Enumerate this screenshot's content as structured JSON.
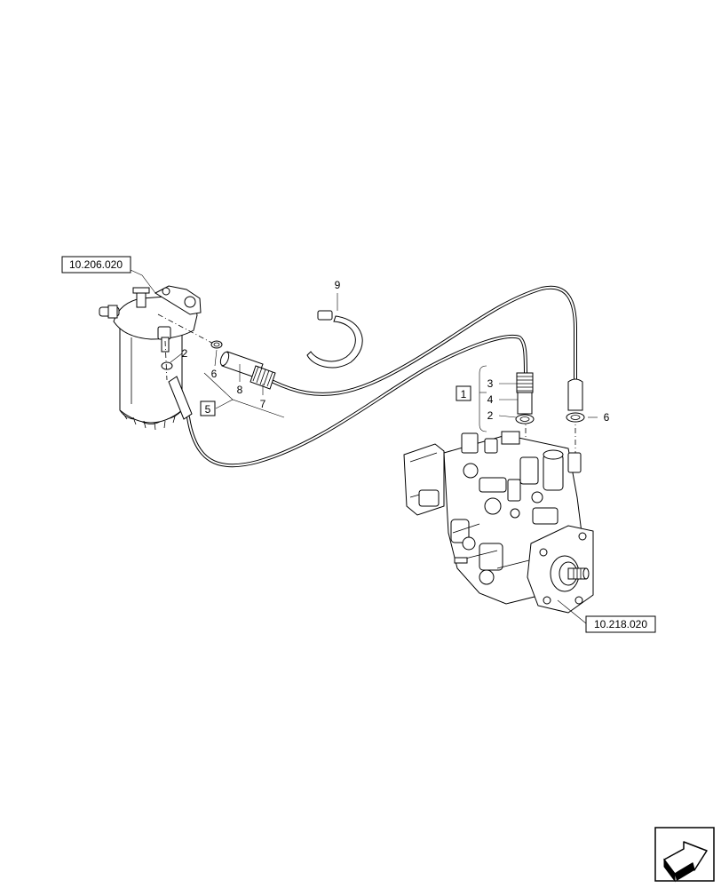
{
  "references": {
    "filter_ref": "10.206.020",
    "pump_ref": "10.218.020"
  },
  "callouts": {
    "c9": "9",
    "c2_left": "2",
    "c6_left": "6",
    "c8": "8",
    "c7": "7",
    "c5": "5",
    "c1": "1",
    "c3": "3",
    "c4": "4",
    "c2_right": "2",
    "c6_right": "6"
  },
  "nav_icon": "next-page-arrow-icon"
}
